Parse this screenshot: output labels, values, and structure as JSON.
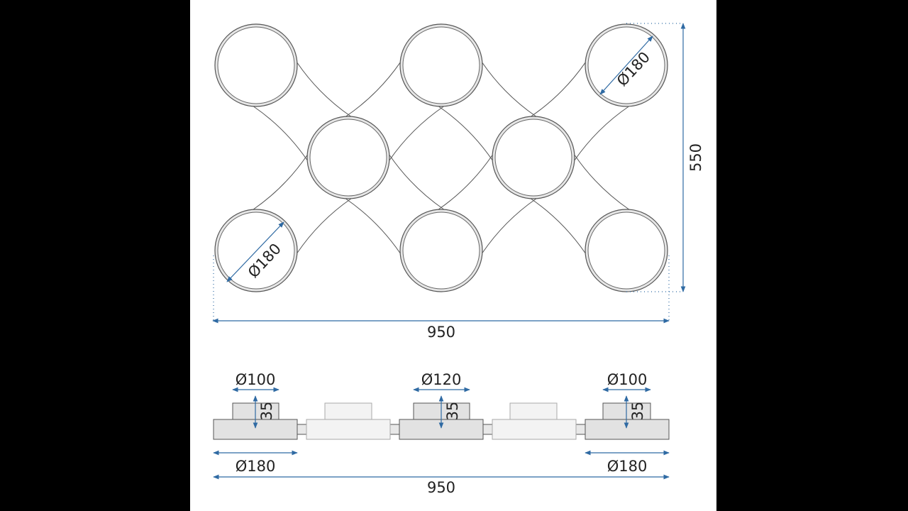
{
  "top_view": {
    "diameter_label_top_right": "Ø180",
    "diameter_label_bottom_left": "Ø180",
    "height_label": "550",
    "width_label": "950"
  },
  "side_view": {
    "left_cap_diameter": "Ø100",
    "center_cap_diameter": "Ø120",
    "right_cap_diameter": "Ø100",
    "left_cap_height": "35",
    "center_cap_height": "35",
    "right_cap_height": "35",
    "left_base_diameter": "Ø180",
    "right_base_diameter": "Ø180",
    "total_width": "950"
  },
  "colors": {
    "dimension": "#2f6aa3",
    "outline": "#555555",
    "fill": "#e2e2e2",
    "fill_light": "#f2f2f2"
  }
}
